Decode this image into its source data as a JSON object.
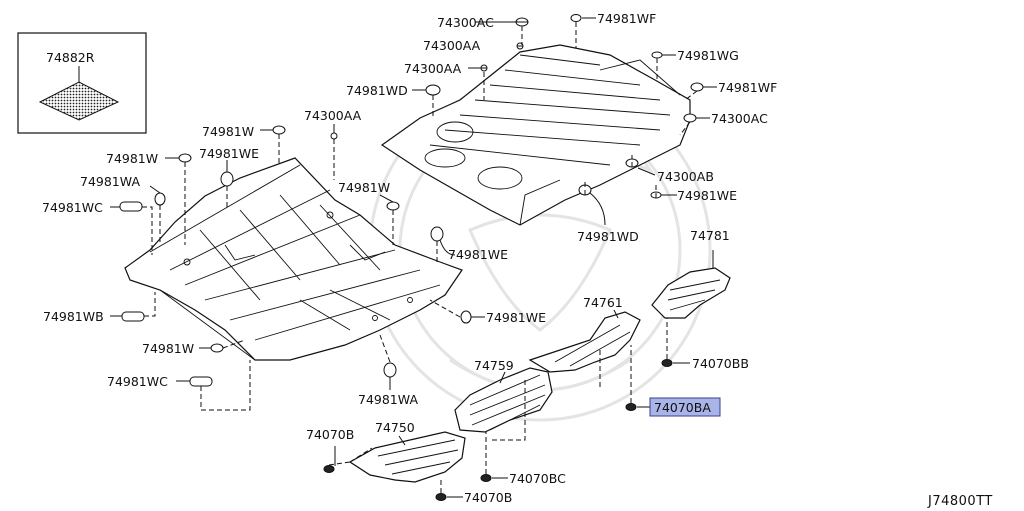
{
  "diagram_code": "J74800TT",
  "inset": {
    "part_number": "74882R"
  },
  "highlight_color": "#a9b4e8",
  "labels": {
    "74300AC": "74300AC",
    "74981WF": "74981WF",
    "74300AA": "74300AA",
    "74981WG": "74981WG",
    "74981WD": "74981WD",
    "74981W": "74981W",
    "74981WE": "74981WE",
    "74981WA": "74981WA",
    "74981WC": "74981WC",
    "74300AB": "74300AB",
    "74781": "74781",
    "74981WB": "74981WB",
    "74761": "74761",
    "74070BB": "74070BB",
    "74759": "74759",
    "74070BA": "74070BA",
    "74070B": "74070B",
    "74750": "74750",
    "74070BC": "74070BC"
  }
}
